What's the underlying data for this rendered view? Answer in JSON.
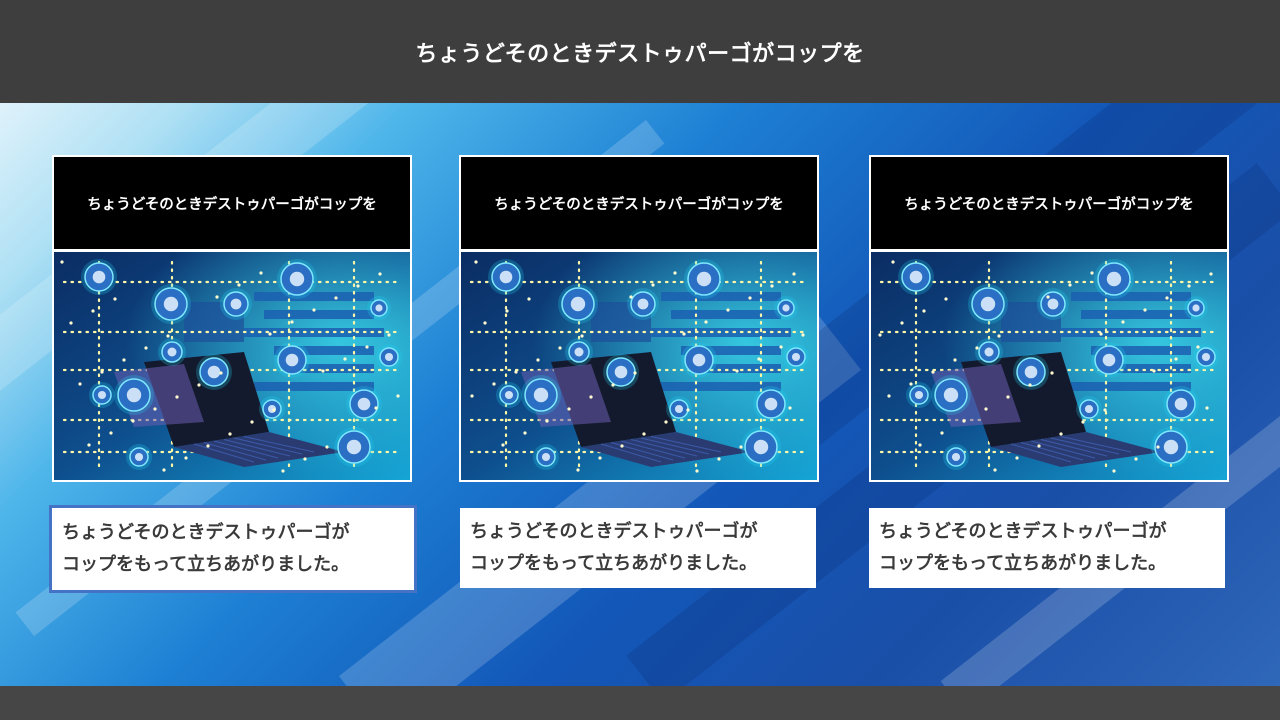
{
  "header": {
    "title": "ちょうどそのときデストゥパーゴがコップを"
  },
  "cards": [
    {
      "title": "ちょうどそのときデストゥパーゴがコップを",
      "image": "cyber-technology-network-illustration",
      "caption": "ちょうどそのときデストゥパーゴが\nコップをもって立ちあがりました。"
    },
    {
      "title": "ちょうどそのときデストゥパーゴがコップを",
      "image": "cyber-technology-network-illustration",
      "caption": "ちょうどそのときデストゥパーゴが\nコップをもって立ちあがりました。"
    },
    {
      "title": "ちょうどそのときデストゥパーゴがコップを",
      "image": "cyber-technology-network-illustration",
      "caption": "ちょうどそのときデストゥパーゴが\nコップをもって立ちあがりました。"
    }
  ],
  "colors": {
    "header_bg": "#3e3e3e",
    "footer_bg": "#464646",
    "card_title_bg": "#000000",
    "caption_bg": "#ffffff",
    "selected_border": "#4472c4"
  }
}
